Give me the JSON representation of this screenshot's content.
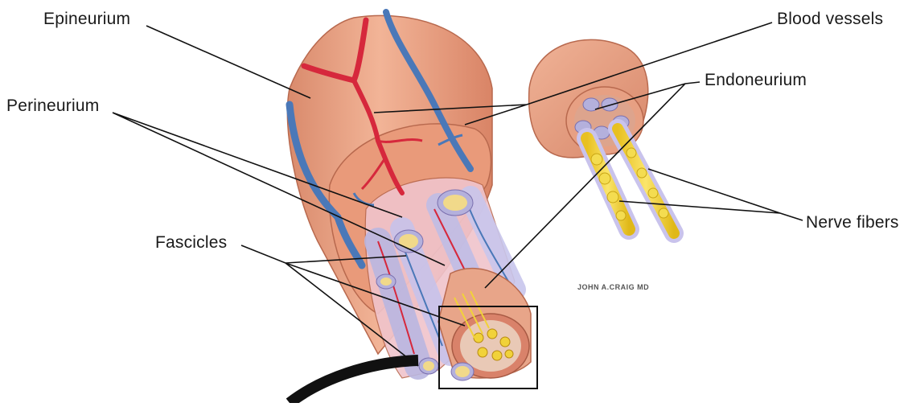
{
  "labels": {
    "epineurium": "Epineurium",
    "perineurium": "Perineurium",
    "fascicles": "Fascicles",
    "blood_vessels": "Blood vessels",
    "endoneurium": "Endoneurium",
    "nerve_fibers": "Nerve fibers"
  },
  "signature": "JOHN A.CRAIG MD",
  "colors": {
    "tissue": "#eaa585",
    "tissue_dark": "#c9735a",
    "vein": "#4a78b8",
    "artery": "#d6283c",
    "fascicle_sheath": "#c8c8e8",
    "nerve_fiber": "#f1d23a",
    "leader_line": "#111111"
  },
  "icons": {
    "zoom_box": "square-outline",
    "arrow": "curved-arrow"
  }
}
